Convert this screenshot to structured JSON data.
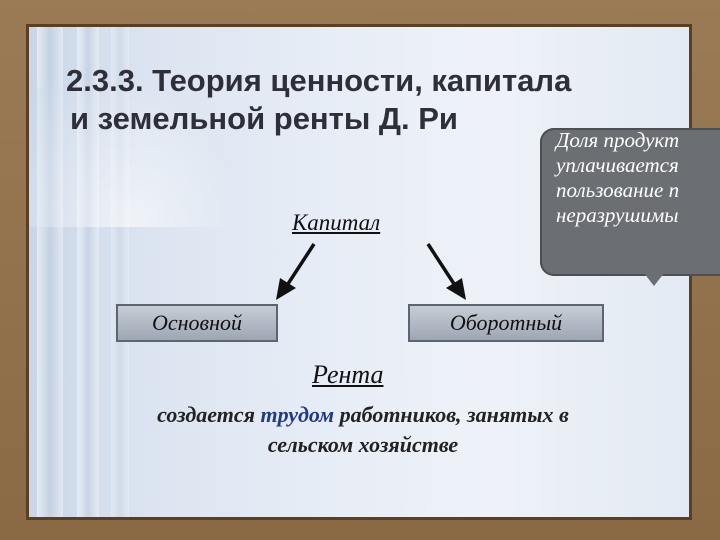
{
  "slide": {
    "title_line1": "2.3.3. Теория ценности, капитала",
    "title_line2": "и земельной ренты Д. Ри",
    "callout_text": "Доля продукт\nуплачивается\nпользование п\nнеразрушимы",
    "capital_label": "Капитал",
    "left_box": "Основной",
    "right_box": "Оборотный",
    "rent_label": "Рента",
    "desc_part1": "создается ",
    "desc_highlight": "трудом",
    "desc_part2": " работников, занятых в",
    "desc_line2": "сельском хозяйстве"
  },
  "colors": {
    "frame_border": "#5a3f22",
    "callout_bg": "#6b6e73",
    "highlight": "#1f3a8a"
  }
}
